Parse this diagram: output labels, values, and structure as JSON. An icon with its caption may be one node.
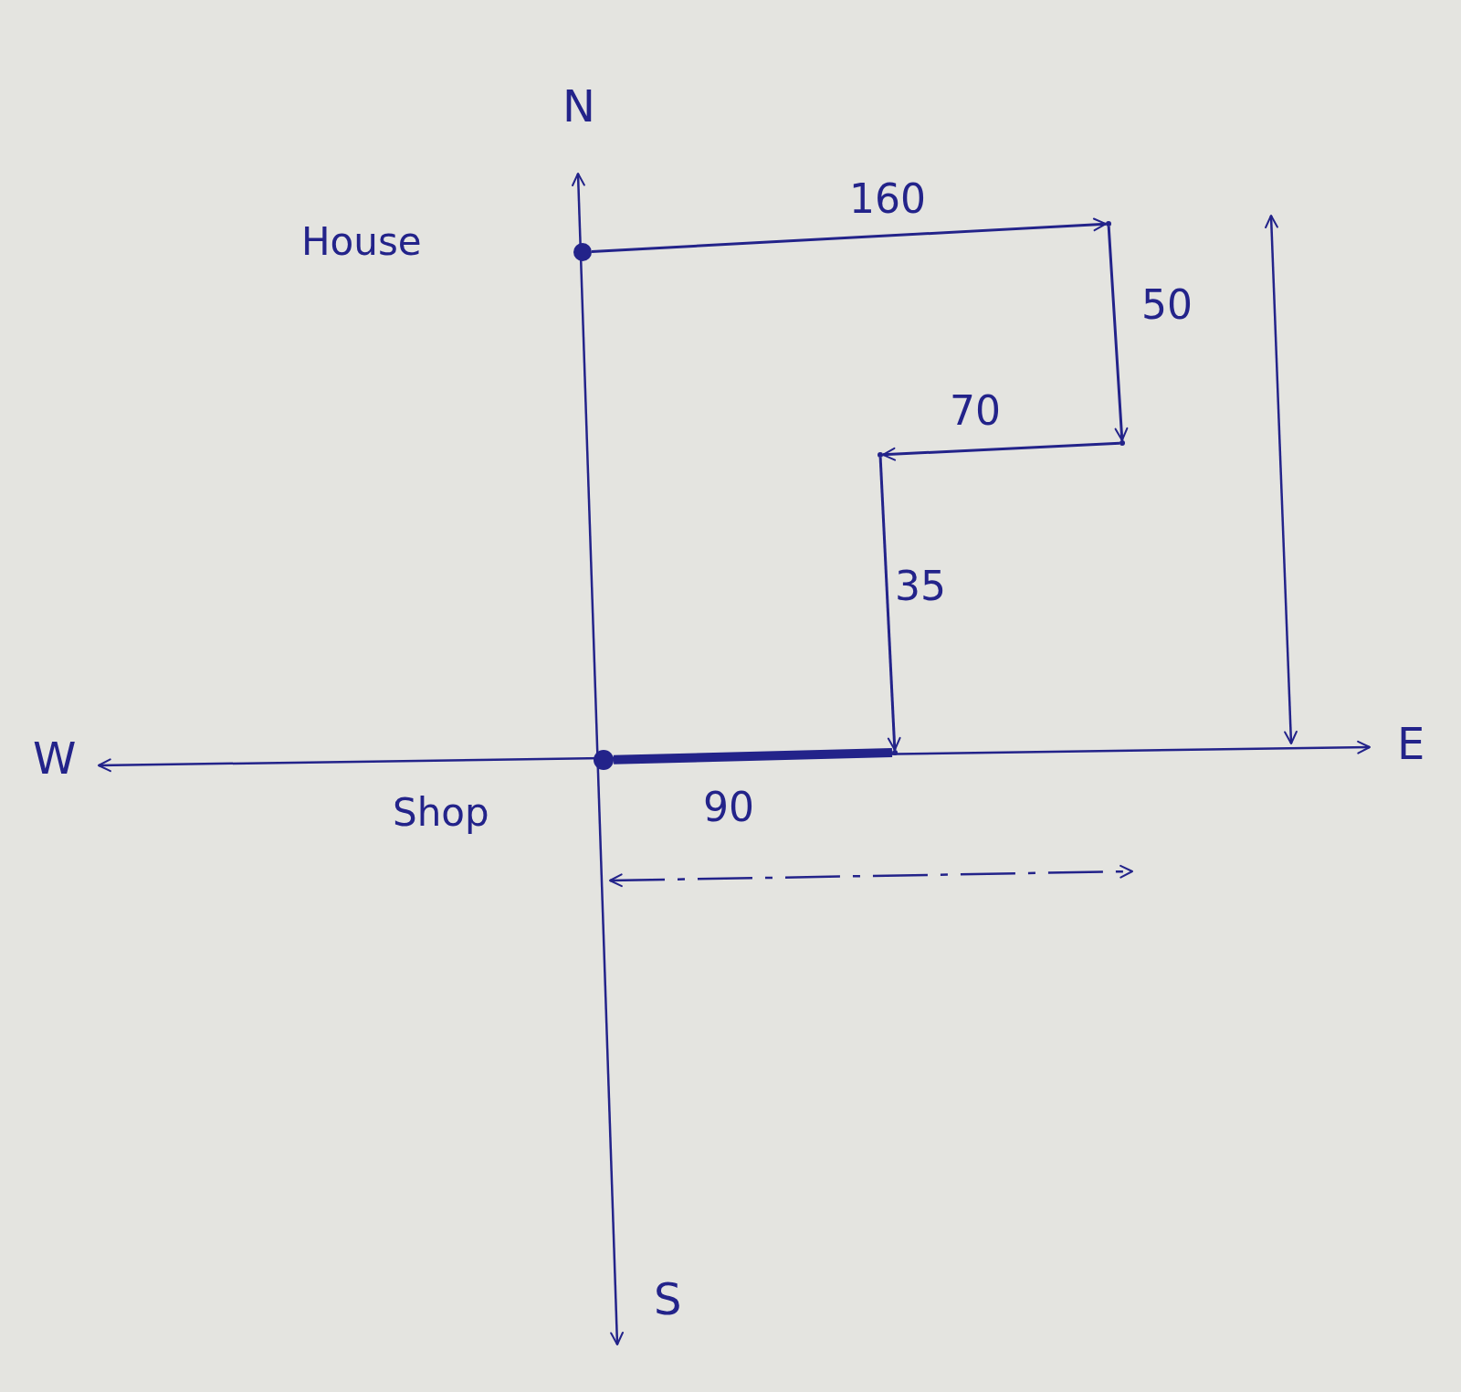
{
  "diagram": {
    "nodes": [
      {
        "text": [
          "House"
        ]
      },
      {
        "text": [
          "Shop"
        ]
      },
      {
        "text": [],
        "shape": "point"
      },
      {
        "text": [],
        "shape": "point"
      },
      {
        "text": [],
        "shape": "point"
      },
      {
        "text": [],
        "shape": "point"
      }
    ],
    "edges": [
      {
        "from": 0,
        "to": 2,
        "arrow": "to",
        "label": "160"
      },
      {
        "from": 2,
        "to": 3,
        "arrow": "to",
        "label": "50"
      },
      {
        "from": 3,
        "to": 4,
        "arrow": "to",
        "label": "70"
      },
      {
        "from": 4,
        "to": 5,
        "arrow": "to",
        "label": "35"
      },
      {
        "from": 1,
        "to": 5,
        "arrow": "none",
        "label": "90",
        "style": "thick"
      }
    ],
    "labels": [
      "N",
      "W",
      "E",
      "S"
    ]
  }
}
